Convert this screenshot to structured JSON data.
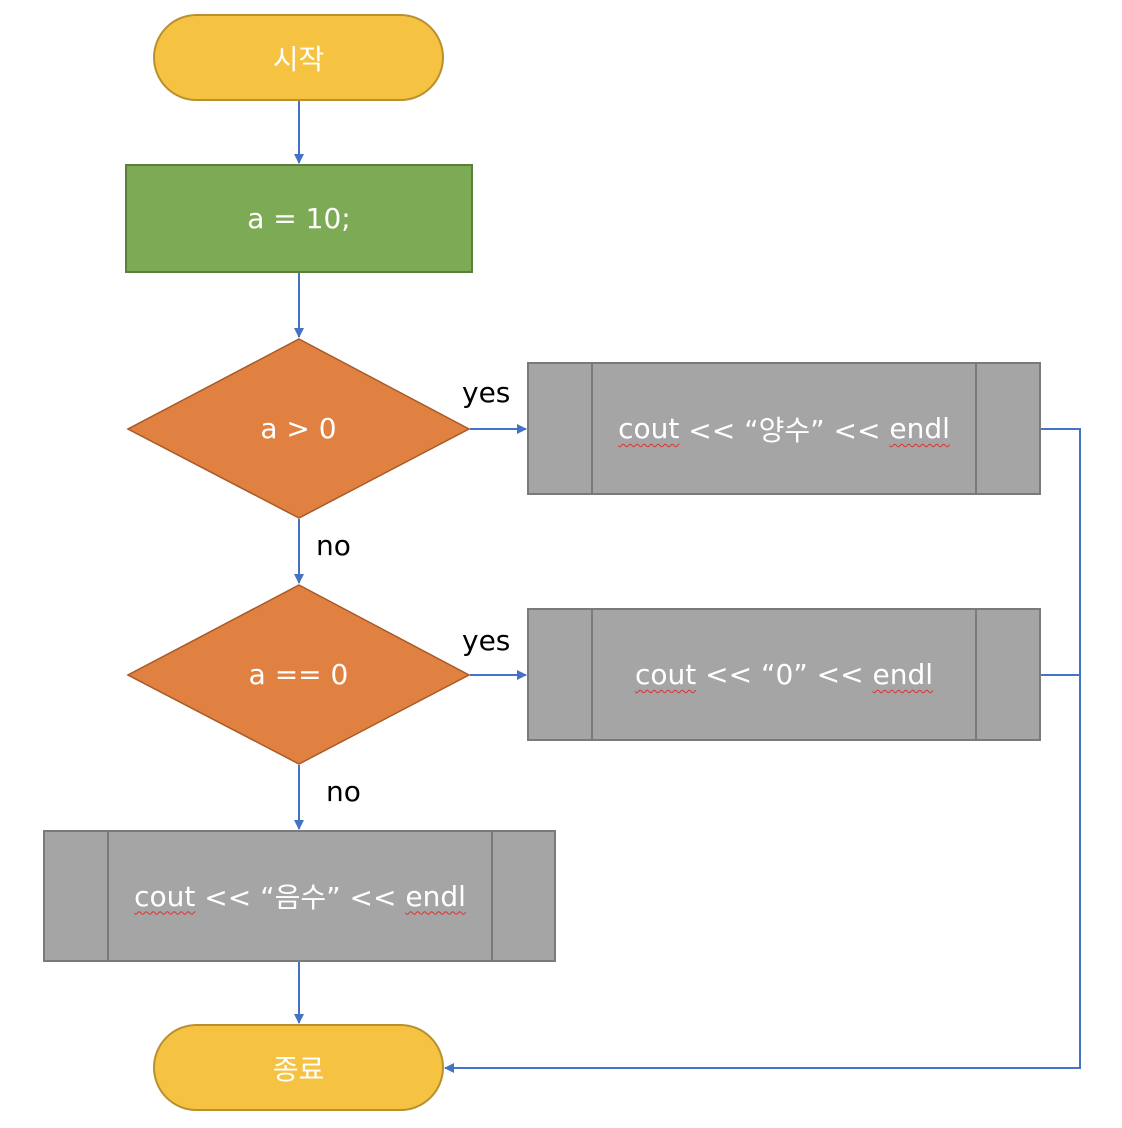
{
  "colors": {
    "terminal_fill": "#F5C242",
    "terminal_stroke": "#B8902E",
    "process_fill": "#7DAB55",
    "process_stroke": "#5A7F3A",
    "decision_fill": "#E08142",
    "decision_stroke": "#A85A28",
    "io_fill": "#A5A5A5",
    "io_stroke": "#7A7A7A",
    "arrow": "#4472C4",
    "spellcheck": "#E03030"
  },
  "nodes": {
    "start": {
      "label": "시작",
      "type": "terminal"
    },
    "assign": {
      "label": "a = 10;",
      "type": "process"
    },
    "cond_positive": {
      "label": "a > 0",
      "type": "decision"
    },
    "out_positive": {
      "pre": "cout",
      "mid": " << “양수” << ",
      "post": "endl",
      "type": "predefined-process"
    },
    "cond_zero": {
      "label": "a == 0",
      "type": "decision"
    },
    "out_zero": {
      "pre": "cout",
      "mid": " << “0” << ",
      "post": "endl",
      "type": "predefined-process"
    },
    "out_negative": {
      "pre": "cout",
      "mid": " << “음수” << ",
      "post": "endl",
      "type": "predefined-process"
    },
    "end": {
      "label": "종료",
      "type": "terminal"
    }
  },
  "edges": [
    {
      "from": "start",
      "to": "assign",
      "label": ""
    },
    {
      "from": "assign",
      "to": "cond_positive",
      "label": ""
    },
    {
      "from": "cond_positive",
      "to": "out_positive",
      "label": "yes"
    },
    {
      "from": "cond_positive",
      "to": "cond_zero",
      "label": "no"
    },
    {
      "from": "cond_zero",
      "to": "out_zero",
      "label": "yes"
    },
    {
      "from": "cond_zero",
      "to": "out_negative",
      "label": "no"
    },
    {
      "from": "out_negative",
      "to": "end",
      "label": ""
    },
    {
      "from": "out_positive",
      "to": "end",
      "label": ""
    },
    {
      "from": "out_zero",
      "to": "end",
      "label": ""
    }
  ],
  "edge_labels": {
    "yes1": "yes",
    "no1": "no",
    "yes2": "yes",
    "no2": "no"
  }
}
